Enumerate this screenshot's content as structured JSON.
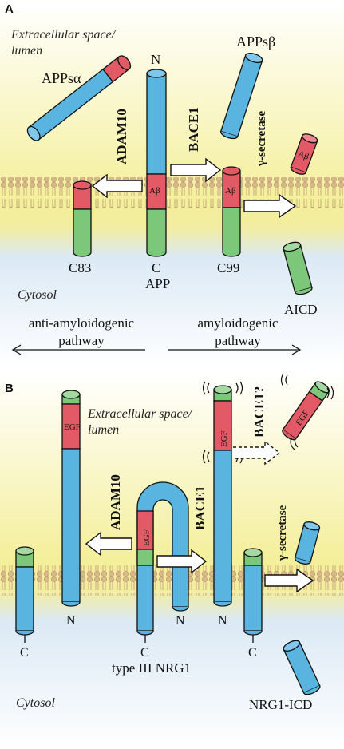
{
  "panel_a": {
    "letter": "A",
    "extracellular": "Extracellular space/",
    "extracellular_line2": "lumen",
    "cytosol": "Cytosol",
    "label_app": "APP",
    "label_n": "N",
    "label_c": "C",
    "label_c83": "C83",
    "label_c99": "C99",
    "label_appsa": "APPsα",
    "label_appsb": "APPsβ",
    "label_aicd": "AICD",
    "abeta": "Aβ",
    "adam10": "ADAM10",
    "bace1": "BACE1",
    "gamma": "γ-secretase",
    "anti_line1": "anti-amyloidogenic",
    "anti_line2": "pathway",
    "amy_line1": "amyloidogenic",
    "amy_line2": "pathway"
  },
  "panel_b": {
    "letter": "B",
    "extracellular": "Extracellular space/",
    "extracellular_line2": "lumen",
    "cytosol": "Cytosol",
    "egf": "EGF",
    "adam10": "ADAM10",
    "bace1": "BACE1",
    "bace1_q": "BACE1?",
    "gamma": "γ-secretase",
    "label_n": "N",
    "label_c": "C",
    "type3": "type III NRG1",
    "nrg_icd": "NRG1-ICD"
  },
  "colors": {
    "blue": "#5ab4e0",
    "red": "#e25a66",
    "green": "#7cc77a",
    "membrane": "#d8b98a",
    "extracellular_bg": "#f4ef9a",
    "cytosol_bg": "#dbe9f5"
  }
}
